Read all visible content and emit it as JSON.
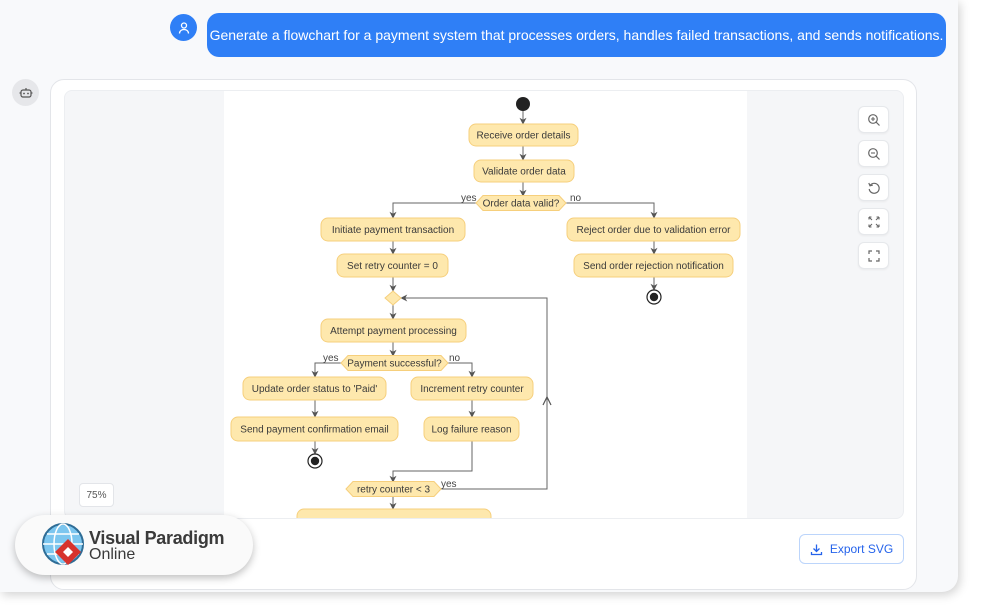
{
  "chat": {
    "user_message": "Generate a flowchart for a payment system that processes orders, handles failed transactions, and sends notifications."
  },
  "viewer": {
    "zoom_level": "75%",
    "controls": [
      "zoom-in",
      "zoom-out",
      "reset",
      "fit-to-screen",
      "fullscreen"
    ],
    "export_label": "Export SVG"
  },
  "colors": {
    "accent": "#2f7ff6",
    "node_fill": "#fee8ad",
    "node_stroke": "#f6cf7c"
  },
  "flowchart": {
    "nodes": {
      "receive": "Receive order details",
      "validate": "Validate order data",
      "valid_decision": "Order data valid?",
      "initiate": "Initiate payment transaction",
      "reject": "Reject order due to validation error",
      "set_retry": "Set retry counter = 0",
      "send_reject": "Send order rejection notification",
      "attempt": "Attempt payment processing",
      "success_decision": "Payment successful?",
      "update_paid": "Update order status to 'Paid'",
      "increment": "Increment retry counter",
      "send_confirm": "Send payment confirmation email",
      "log_failure": "Log failure reason",
      "retry_decision": "retry counter < 3",
      "update_failed": ""
    },
    "labels": {
      "valid_yes": "yes",
      "valid_no": "no",
      "success_yes": "yes",
      "success_no": "no",
      "retry_yes": "yes"
    }
  },
  "brand": {
    "line1": "Visual Paradigm",
    "line2": "Online"
  }
}
